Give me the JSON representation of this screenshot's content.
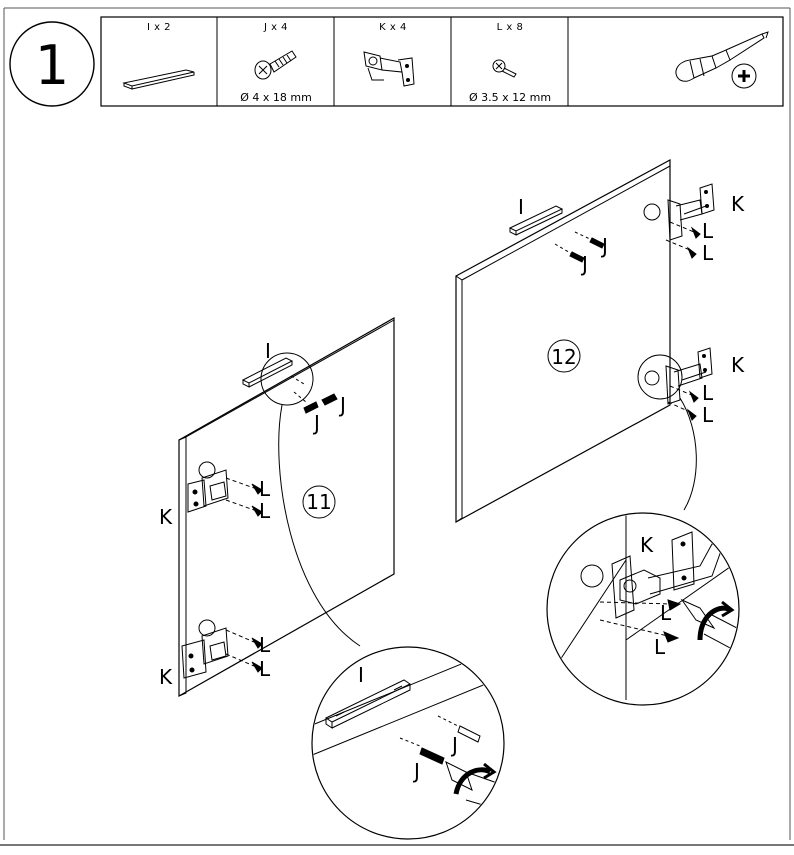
{
  "step": {
    "number": "1"
  },
  "parts": [
    {
      "id": "I",
      "qty_label": "I x 2",
      "dimension": ""
    },
    {
      "id": "J",
      "qty_label": "J x 4",
      "dimension": "Ø 4 x 18 mm"
    },
    {
      "id": "K",
      "qty_label": "K x 4",
      "dimension": ""
    },
    {
      "id": "L",
      "qty_label": "L x 8",
      "dimension": "Ø 3.5 x 12 mm"
    }
  ],
  "tools": [
    {
      "icon": "phillips-screwdriver-icon"
    }
  ],
  "panels": {
    "left": {
      "number": "11"
    },
    "right": {
      "number": "12"
    }
  },
  "labels": {
    "I": "I",
    "J": "J",
    "K": "K",
    "L": "L"
  }
}
